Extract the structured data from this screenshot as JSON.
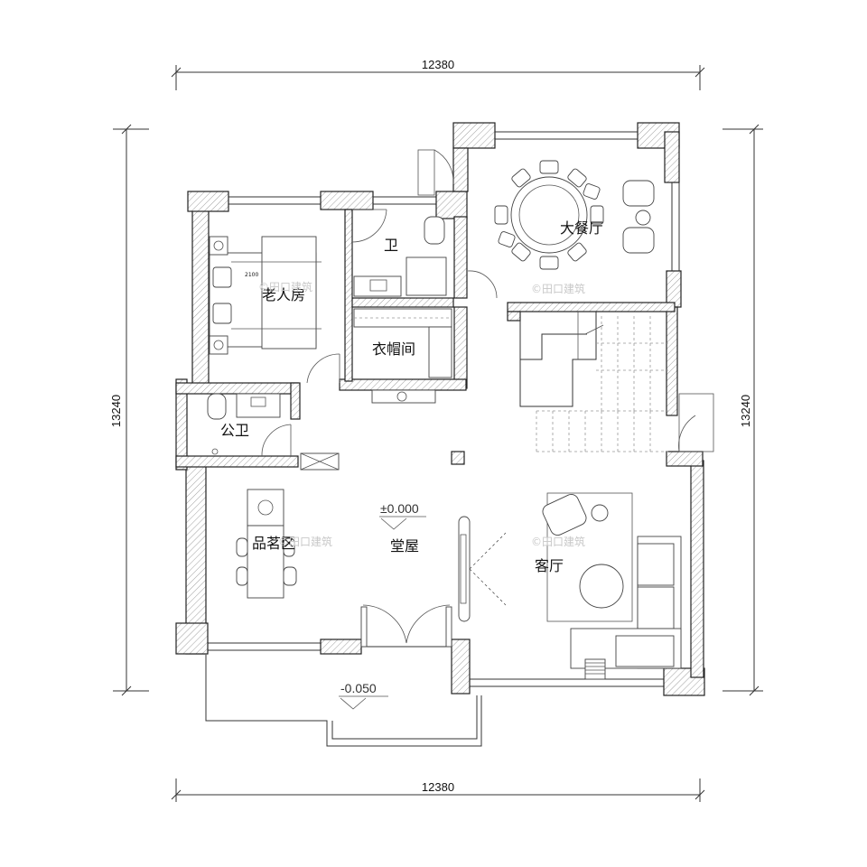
{
  "dimensions": {
    "top_width": "12380",
    "bottom_width": "12380",
    "left_height": "13240",
    "right_height": "13240"
  },
  "rooms": {
    "elder_bedroom": "老人房",
    "bathroom": "卫",
    "cloakroom": "衣帽间",
    "public_toilet": "公卫",
    "tea_room": "品茗区",
    "hall": "堂屋",
    "dining": "大餐厅",
    "living": "客厅"
  },
  "levels": {
    "hall": "±0.000",
    "entrance": "-0.050"
  },
  "bed_size": "2100",
  "watermark": "©田口建筑"
}
